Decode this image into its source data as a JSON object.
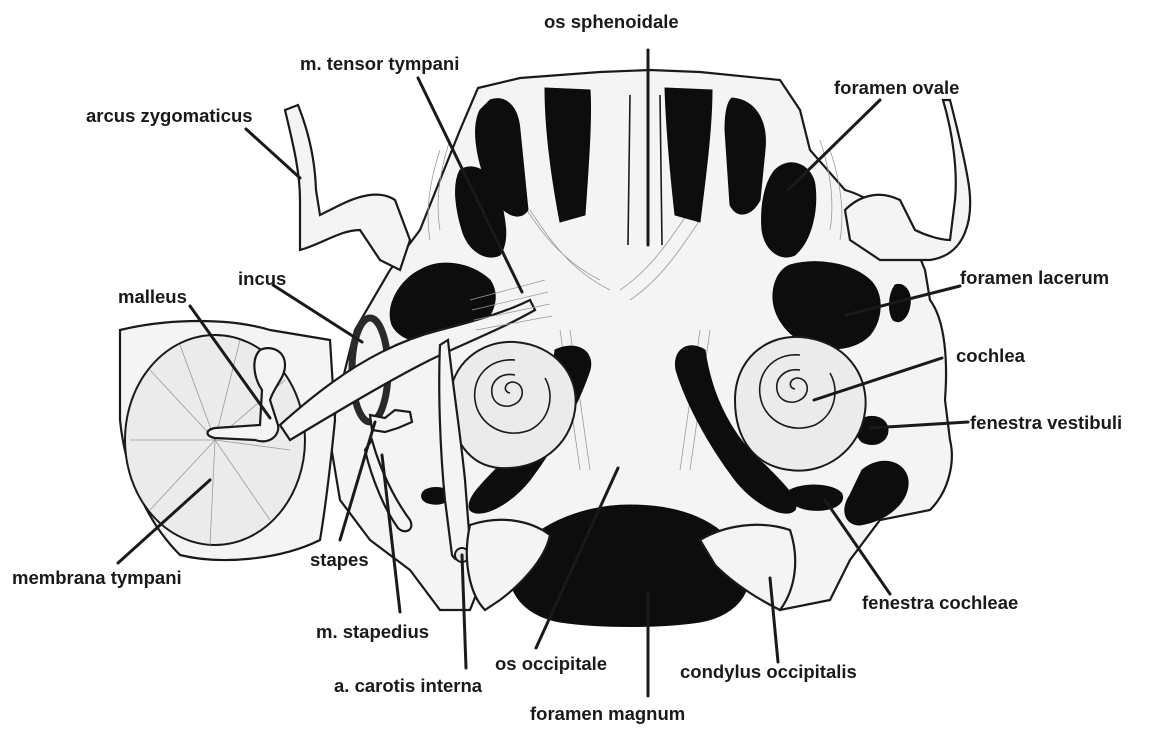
{
  "labels": {
    "os_sphenoidale": "os sphenoidale",
    "m_tensor_tympani": "m. tensor tympani",
    "arcus_zygomaticus": "arcus zygomaticus",
    "foramen_ovale": "foramen ovale",
    "incus": "incus",
    "malleus": "malleus",
    "foramen_lacerum": "foramen lacerum",
    "cochlea": "cochlea",
    "fenestra_vestibuli": "fenestra vestibuli",
    "membrana_tympani": "membrana tympani",
    "stapes": "stapes",
    "m_stapedius": "m. stapedius",
    "a_carotis_interna": "a. carotis interna",
    "os_occipitale": "os occipitale",
    "condylus_occipitalis": "condylus occipitalis",
    "fenestra_cochleae": "fenestra cochleae",
    "foramen_magnum": "foramen magnum"
  },
  "colors": {
    "ink": "#1a1a1a",
    "bone": "#f4f4f4",
    "cavity": "#0d0d0d"
  }
}
